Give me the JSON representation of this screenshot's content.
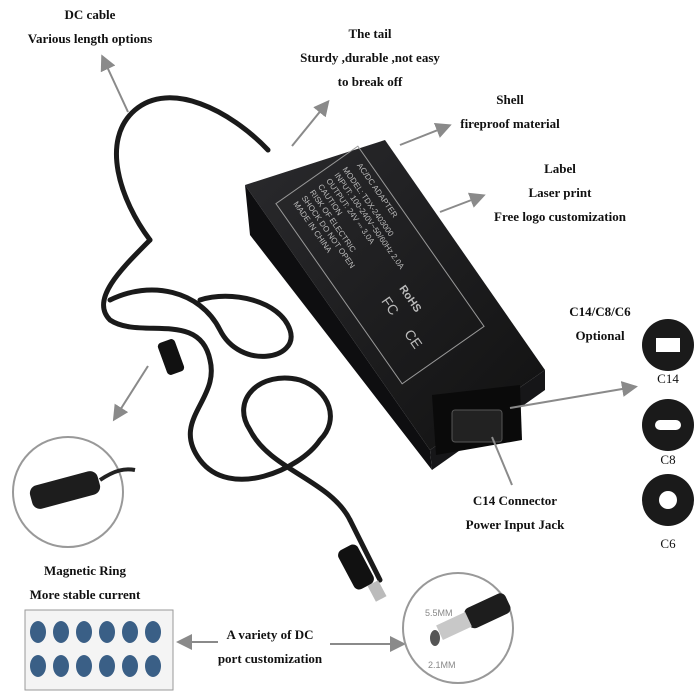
{
  "callouts": {
    "dc_cable": [
      "DC cable",
      "Various length options"
    ],
    "tail": [
      "The tail",
      "Sturdy ,durable ,not easy",
      "to break off"
    ],
    "shell": [
      "Shell",
      "fireproof material"
    ],
    "label": [
      "Label",
      "Laser print",
      "Free logo customization"
    ],
    "plug_options": [
      "C14/C8/C6",
      "Optional"
    ],
    "connector": [
      "C14 Connector",
      "Power Input Jack"
    ],
    "magnetic_ring": [
      "Magnetic Ring",
      "More stable current"
    ],
    "dc_port": [
      "A variety of DC",
      "port customization"
    ]
  },
  "plug_types": [
    "C14",
    "C8",
    "C6"
  ],
  "dc_dimensions": {
    "outer": "5.5MM",
    "inner": "2.1MM"
  },
  "product_label": {
    "model": "MODEL: TDX-2403000",
    "input": "INPUT: 100-240V~50/60Hz 2.0A",
    "output": "OUTPUT: 24V ⎓ 3.0A",
    "caution": "CAUTION",
    "warning1": "RISK OF ELECTRIC",
    "warning2": "SHOCK DO NOT OPEN",
    "origin": "MADE IN CHINA",
    "title": "AC/DC ADAPTER",
    "rohs": "RoHS",
    "fc": "FC",
    "ce": "CE"
  },
  "colors": {
    "body": "#1b1b1d",
    "arrow": "#8a8a8a",
    "text": "#111111"
  }
}
